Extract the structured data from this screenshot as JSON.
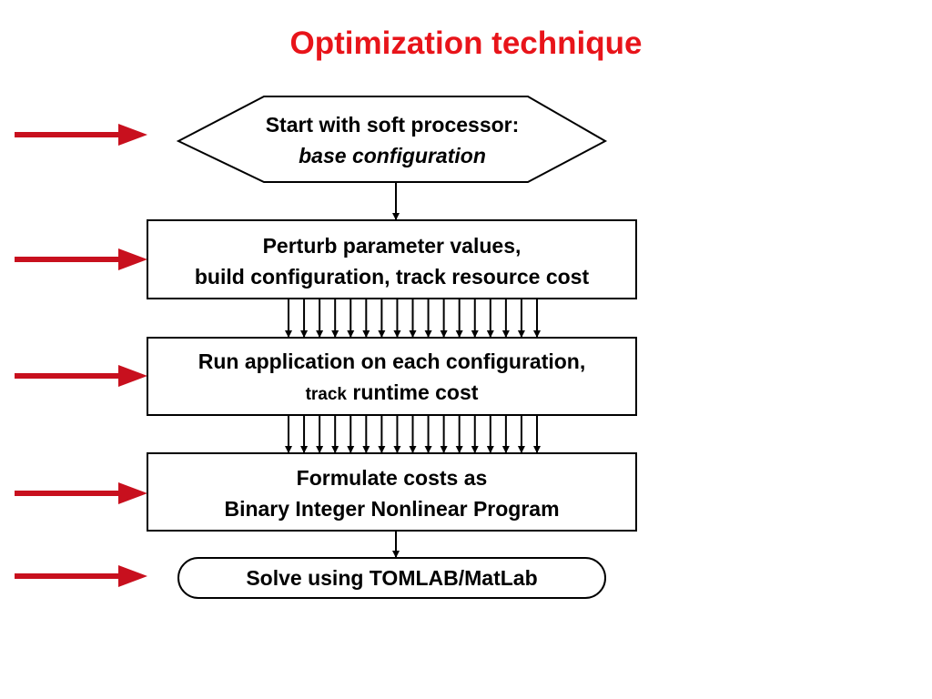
{
  "title": "Optimization technique",
  "colors": {
    "title": "#e8141a",
    "side_arrow": "#c8101e",
    "box_stroke": "#000000",
    "text": "#000000"
  },
  "nodes": {
    "start": {
      "shape": "hexagon",
      "line1": "Start with soft processor:",
      "line2": "base configuration"
    },
    "perturb": {
      "shape": "rectangle",
      "line1": "Perturb parameter values,",
      "line2": "build configuration, track resource cost"
    },
    "run": {
      "shape": "rectangle",
      "line1": "Run application on each configuration,",
      "line2_small": "track",
      "line2_rest": "runtime cost"
    },
    "formulate": {
      "shape": "rectangle",
      "line1": "Formulate costs as",
      "line2": "Binary Integer Nonlinear Program"
    },
    "solve": {
      "shape": "rounded-oval",
      "line1": "Solve using TOMLAB/MatLab"
    }
  },
  "connectors": {
    "between_steps_parallel_arrow_count": 17
  },
  "side_arrow_icon": "right-arrow-icon"
}
